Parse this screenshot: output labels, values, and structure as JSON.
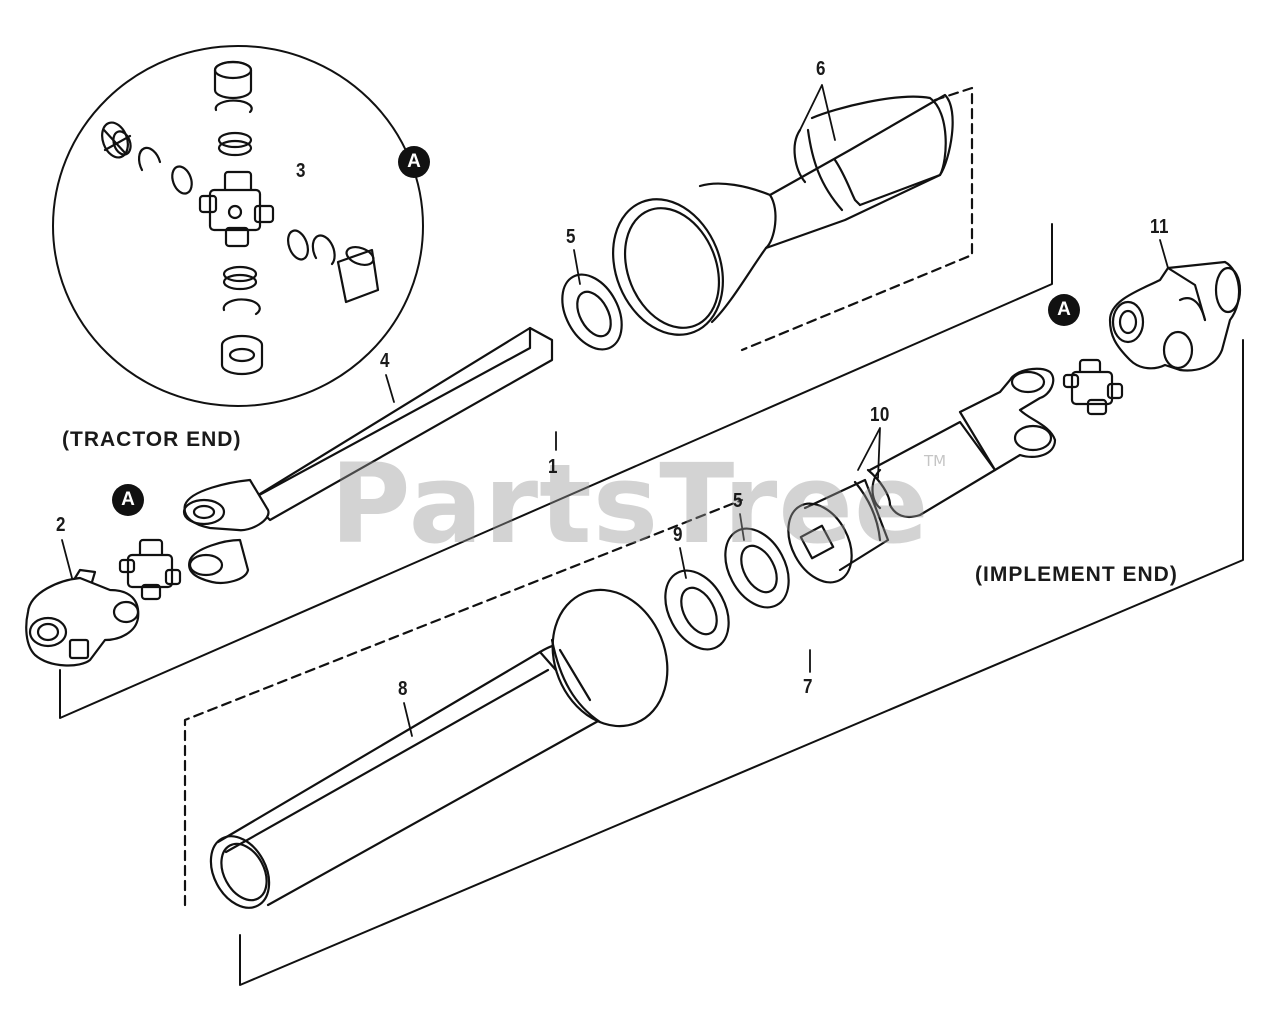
{
  "watermark": {
    "text": "PartsTree",
    "trademark": "TM"
  },
  "labels": {
    "tractor_end": "(TRACTOR END)",
    "implement_end": "(IMPLEMENT END)"
  },
  "callouts": {
    "p1": "1",
    "p2": "2",
    "p3": "3",
    "p4": "4",
    "p5a": "5",
    "p5b": "5",
    "p6": "6",
    "p7": "7",
    "p8": "8",
    "p9": "9",
    "p10": "10",
    "p11": "11"
  },
  "badges": {
    "a1": "A",
    "a2": "A",
    "a3": "A"
  }
}
